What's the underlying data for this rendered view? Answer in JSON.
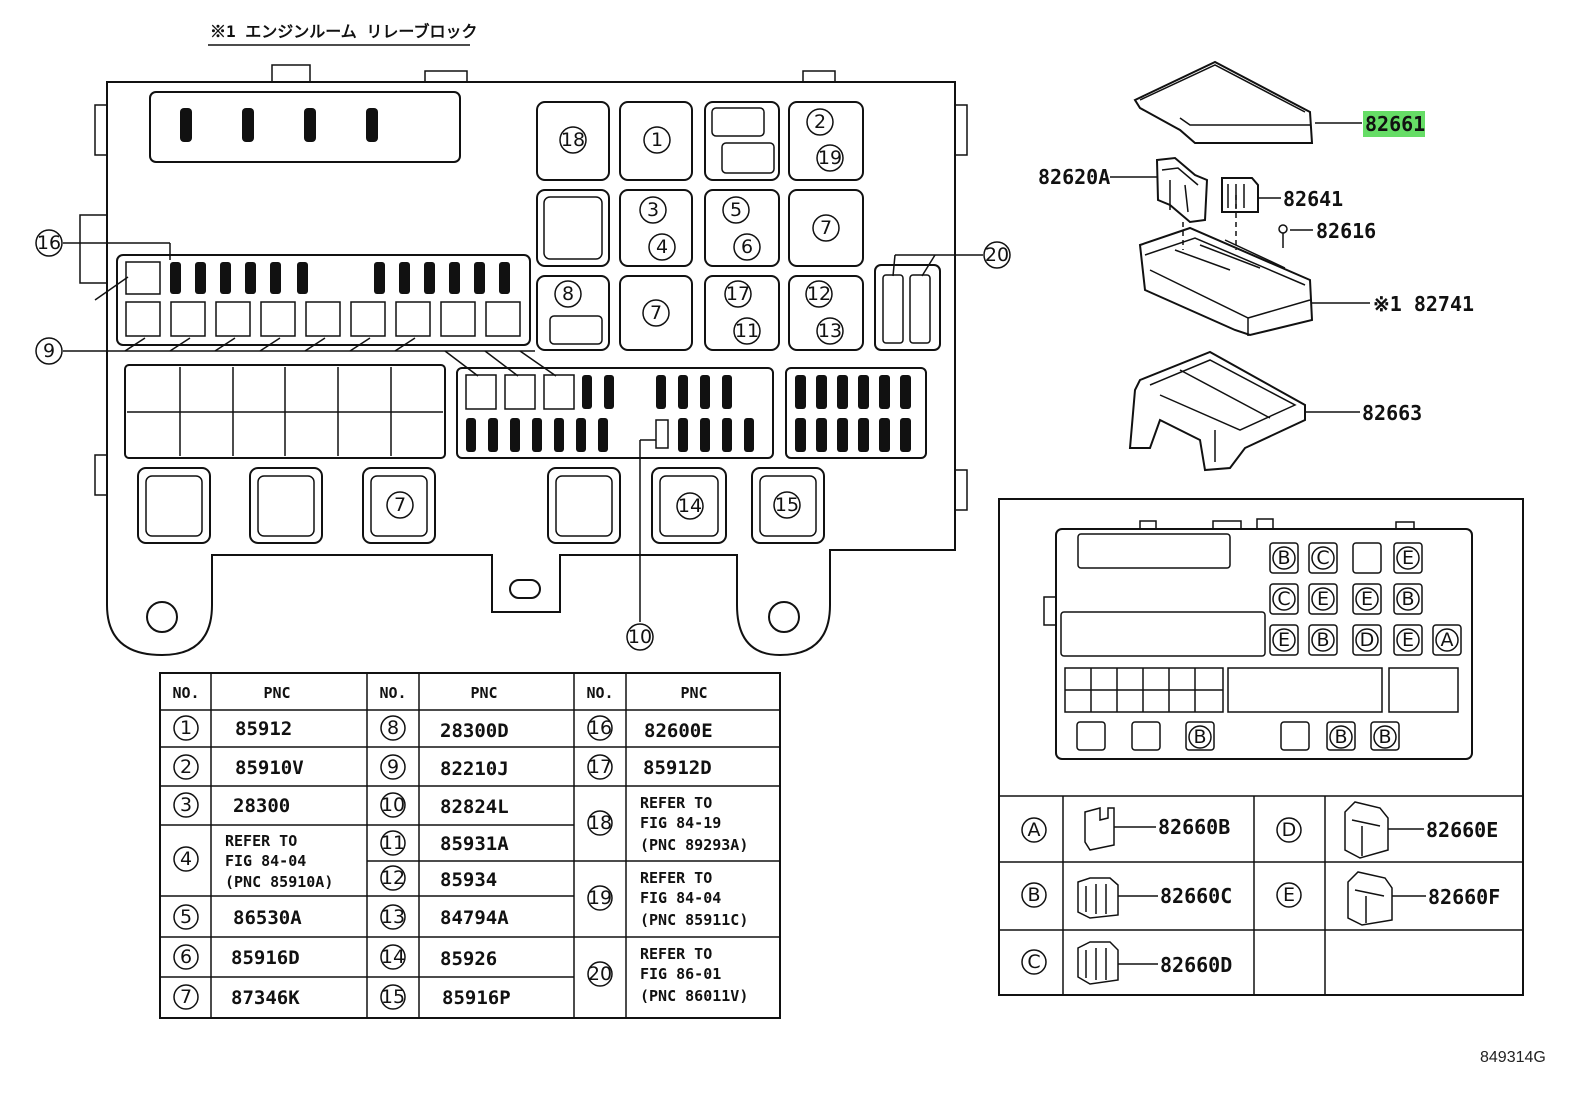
{
  "title": "※1  エンジンルーム リレーブロック",
  "figure_id": "849314G",
  "callouts": {
    "c1": "1",
    "c2": "2",
    "c3": "3",
    "c4": "4",
    "c5": "5",
    "c6": "6",
    "c7": "7",
    "c8": "8",
    "c9": "9",
    "c10": "10",
    "c11": "11",
    "c12": "12",
    "c13": "13",
    "c14": "14",
    "c15": "15",
    "c16": "16",
    "c17": "17",
    "c18": "18",
    "c19": "19",
    "c20": "20"
  },
  "parts": {
    "p82661": "82661",
    "p82620A": "82620A",
    "p82641": "82641",
    "p82616": "82616",
    "p82741": "※1 82741",
    "p82663": "82663"
  },
  "highlight_color": "#66dd66",
  "table": {
    "h_no": "NO.",
    "h_pnc": "PNC",
    "col1": [
      {
        "no": "1",
        "pnc": "85912"
      },
      {
        "no": "2",
        "pnc": "85910V"
      },
      {
        "no": "3",
        "pnc": "28300"
      },
      {
        "no": "4",
        "l1": "REFER  TO",
        "l2": "FIG 84-04",
        "l3": "(PNC 85910A)"
      },
      {
        "no": "5",
        "pnc": "86530A"
      },
      {
        "no": "6",
        "pnc": "85916D"
      },
      {
        "no": "7",
        "pnc": "87346K"
      }
    ],
    "col2": [
      {
        "no": "8",
        "pnc": "28300D"
      },
      {
        "no": "9",
        "pnc": "82210J"
      },
      {
        "no": "10",
        "pnc": "82824L"
      },
      {
        "no": "11",
        "pnc": "85931A"
      },
      {
        "no": "12",
        "pnc": "85934"
      },
      {
        "no": "13",
        "pnc": "84794A"
      },
      {
        "no": "14",
        "pnc": "85926"
      },
      {
        "no": "15",
        "pnc": "85916P"
      }
    ],
    "col3": [
      {
        "no": "16",
        "pnc": "82600E"
      },
      {
        "no": "17",
        "pnc": "85912D"
      },
      {
        "no": "18",
        "l1": "REFER  TO",
        "l2": "FIG 84-19",
        "l3": "(PNC 89293A)"
      },
      {
        "no": "19",
        "l1": "REFER  TO",
        "l2": "FIG 84-04",
        "l3": "(PNC 85911C)"
      },
      {
        "no": "20",
        "l1": "REFER  TO",
        "l2": "FIG 86-01",
        "l3": "(PNC 86011V)"
      }
    ]
  },
  "legend": {
    "letters": {
      "A": "A",
      "B": "B",
      "C": "C",
      "D": "D",
      "E": "E"
    },
    "A": "82660B",
    "B": "82660C",
    "C": "82660D",
    "D": "82660E",
    "E": "82660F"
  }
}
